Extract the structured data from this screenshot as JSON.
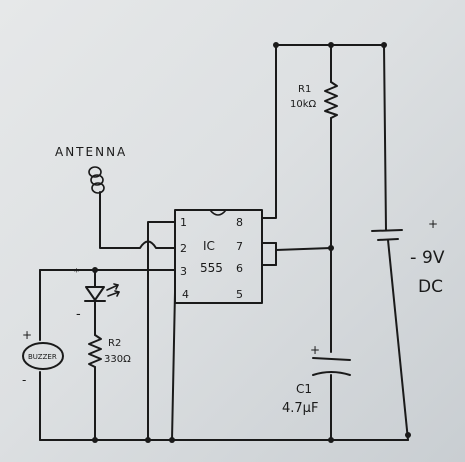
{
  "antenna": {
    "label": "ANTENNA"
  },
  "ic": {
    "line1": "IC",
    "line2": "555",
    "pins": {
      "p1": "1",
      "p2": "2",
      "p3": "3",
      "p4": "4",
      "p5": "5",
      "p6": "6",
      "p7": "7",
      "p8": "8"
    }
  },
  "r1": {
    "name": "R1",
    "value": "10kΩ"
  },
  "r2": {
    "name": "R2",
    "value": "330Ω"
  },
  "c1": {
    "name": "C1",
    "value": "4.7µF",
    "plus": "+"
  },
  "battery": {
    "plus": "+",
    "minus": "-",
    "voltage": "9V",
    "type": "DC"
  },
  "buzzer": {
    "label": "BUZZER",
    "plus": "+",
    "minus": "-"
  },
  "led": {
    "minus": "-"
  },
  "colors": {
    "paper": "#e2e5e7",
    "ink": "#1a1a1a"
  }
}
